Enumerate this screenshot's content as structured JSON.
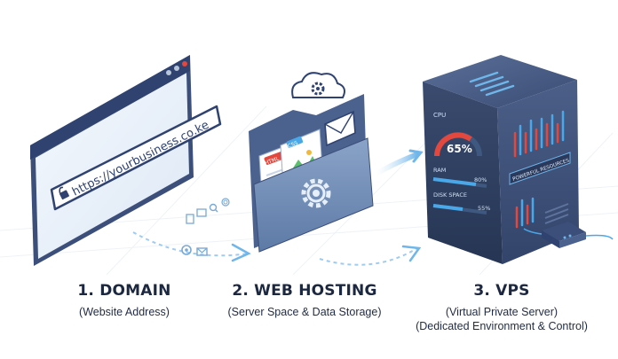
{
  "domain": {
    "title": "1. DOMAIN",
    "subtitle": "(Website Address)",
    "url": "https://yourbusiness.co.ke"
  },
  "hosting": {
    "title": "2. WEB HOSTING",
    "subtitle": "(Server Space & Data Storage)",
    "doc_tag_html": "HTML",
    "doc_tag_css": "CSS"
  },
  "vps": {
    "title": "3. VPS",
    "subtitle_line1": "(Virtual Private Server)",
    "subtitle_line2": "(Dedicated Environment & Control)",
    "cpu_label": "CPU",
    "cpu_value": "65%",
    "ram_label": "RAM",
    "ram_value": "80%",
    "disk_label": "DISK SPACE",
    "disk_value": "55%",
    "panel_label": "POWERFUL RESOURCES"
  },
  "colors": {
    "navy": "#3b4f7a",
    "light_blue": "#9ec6ea",
    "accent_blue": "#4aa8e8",
    "red": "#e2483d"
  }
}
